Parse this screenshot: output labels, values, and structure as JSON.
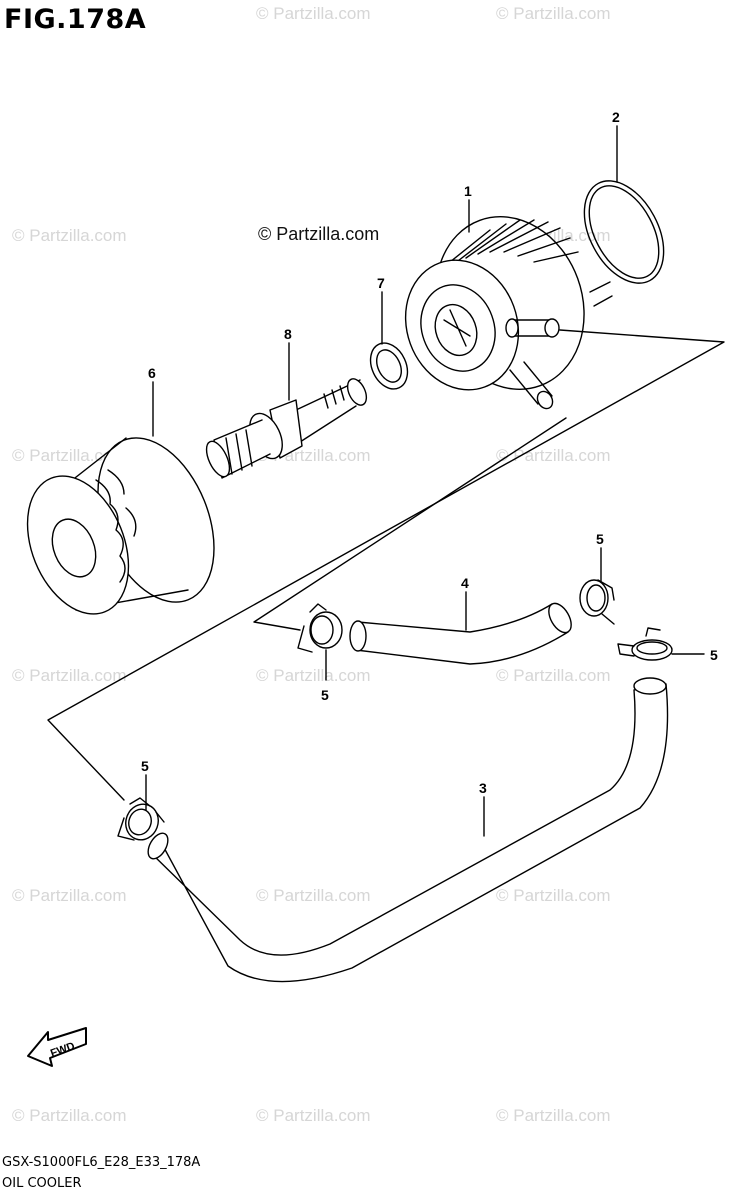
{
  "figure": {
    "title": "FIG.178A",
    "code": "GSX-S1000FL6_E28_E33_178A",
    "caption": "OIL COOLER",
    "main_watermark": "© Partzilla.com",
    "watermark_text": "© Partzilla.com",
    "fwd_label": "FWD"
  },
  "callouts": [
    "1",
    "2",
    "3",
    "4",
    "5",
    "5",
    "5",
    "5",
    "6",
    "7",
    "8"
  ],
  "colors": {
    "line": "#000000",
    "watermark": "#d6d6d6",
    "background": "#ffffff"
  }
}
